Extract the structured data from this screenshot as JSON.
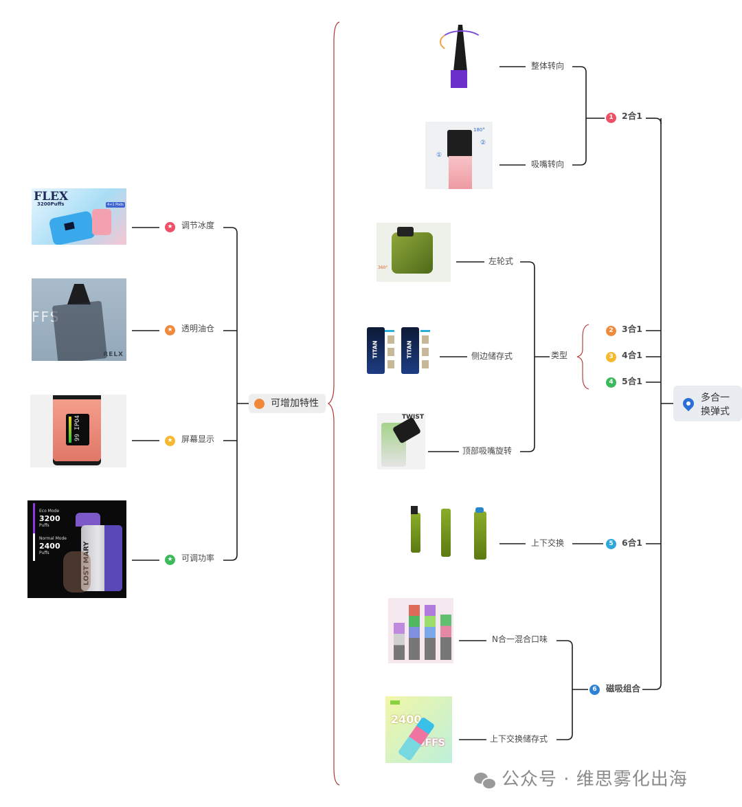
{
  "center": {
    "label": "可增加特性"
  },
  "root": {
    "line1": "多合一",
    "line2": "换弹式"
  },
  "features": [
    {
      "label": "调节冰度",
      "badge_color": "#ef5068"
    },
    {
      "label": "透明油仓",
      "badge_color": "#f08a3c"
    },
    {
      "label": "屏幕显示",
      "badge_color": "#f5b82e"
    },
    {
      "label": "可调功率",
      "badge_color": "#3cb95a"
    }
  ],
  "feature_images": {
    "flex_title": "FLEX",
    "flex_sub": "3200Puffs",
    "flex_tag": "4+1 Pods",
    "relx": "RELX",
    "pffs": "FFS",
    "screen_text": "99 IPO4",
    "lm_eco": "Eco Mode",
    "lm_eco_val": "3200",
    "lm_puffs1": "Puffs",
    "lm_normal": "Normal Mode",
    "lm_normal_val": "2400",
    "lm_puffs2": "Puffs",
    "lm_brand": "LOST MARY"
  },
  "groups": {
    "g1": {
      "num": "1",
      "label": "2合1",
      "color": "#ef5068",
      "children": [
        "整体转向",
        "吸嘴转向"
      ]
    },
    "g2": {
      "num": "2",
      "label": "3合1",
      "color": "#f08a3c"
    },
    "g3": {
      "num": "3",
      "label": "4合1",
      "color": "#f5b82e"
    },
    "g4": {
      "num": "4",
      "label": "5合1",
      "color": "#3cb95a"
    },
    "g5": {
      "num": "5",
      "label": "6合1",
      "color": "#2ea7dc",
      "children": [
        "上下交换"
      ]
    },
    "g6": {
      "num": "6",
      "label": "磁吸组合",
      "color": "#2d82d6",
      "children": [
        "N合一混合口味",
        "上下交换储存式"
      ]
    }
  },
  "type_node": {
    "label": "类型",
    "children": [
      "左轮式",
      "侧边储存式",
      "顶部吸嘴旋转"
    ]
  },
  "product_labels": {
    "angle": "180°",
    "step1": "①",
    "step2": "②",
    "titan": "TITAN",
    "twist": "TWIST",
    "deg": "360°",
    "big_puffs_num": "2400",
    "big_puffs": "PUFFS"
  },
  "watermark": {
    "text": "公众号 · 维思雾化出海"
  },
  "colors": {
    "line": "#1a1a1a",
    "bracket": "#b2302e"
  }
}
